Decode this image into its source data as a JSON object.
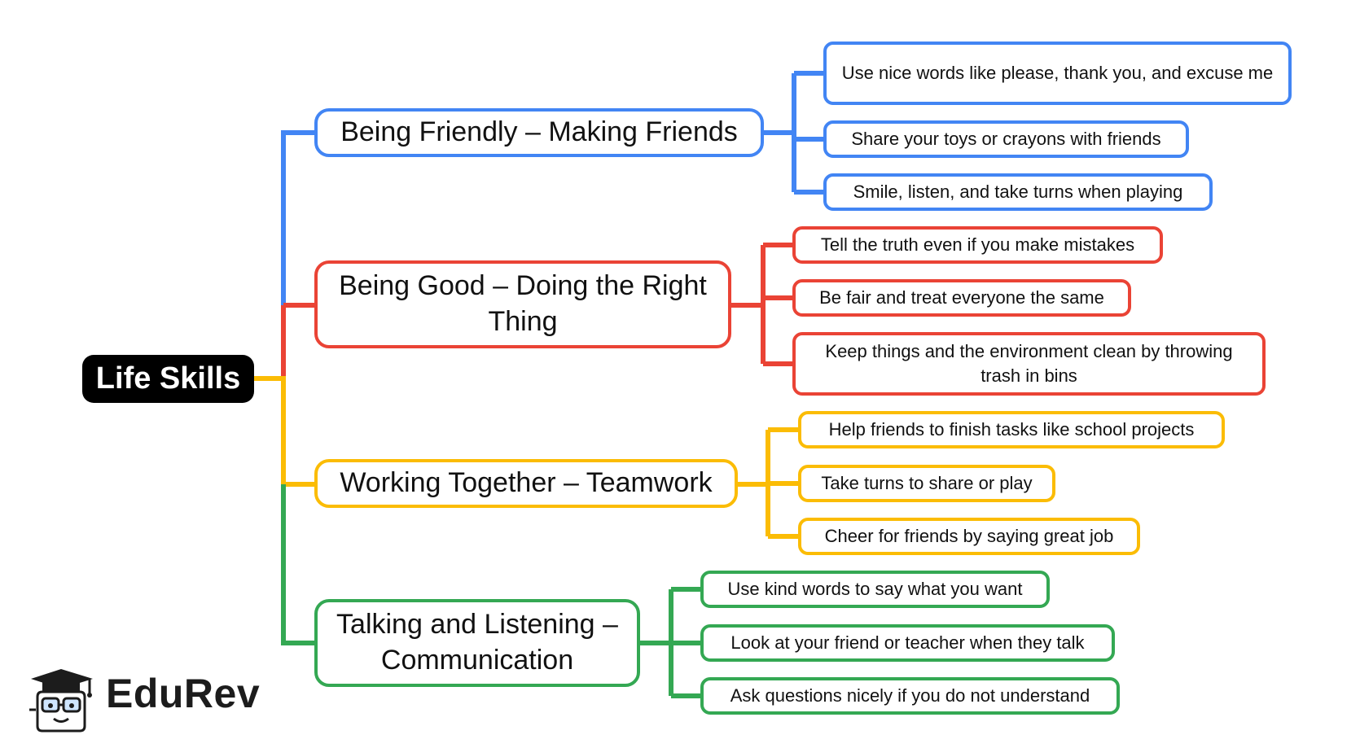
{
  "root": {
    "label": "Life Skills"
  },
  "colors": {
    "blue": "#4285f4",
    "red": "#ea4335",
    "yellow": "#fbbc05",
    "green": "#34a853",
    "root_bg": "#000000"
  },
  "branches": [
    {
      "label": "Being Friendly – Making Friends",
      "color": "blue",
      "leaves": [
        "Use nice words like please, thank you, and excuse me",
        "Share your toys or crayons with friends",
        "Smile, listen, and take turns when playing"
      ]
    },
    {
      "label": "Being Good – Doing the Right Thing",
      "color": "red",
      "leaves": [
        "Tell the truth even if you make mistakes",
        "Be fair and treat everyone the same",
        "Keep things and the environment clean by throwing trash in bins"
      ]
    },
    {
      "label": "Working Together – Teamwork",
      "color": "yellow",
      "leaves": [
        "Help friends to finish tasks like school projects",
        "Take turns to share or play",
        "Cheer for friends by saying great job"
      ]
    },
    {
      "label": "Talking and Listening – Communication",
      "color": "green",
      "leaves": [
        "Use kind words to say what you want",
        "Look at your friend or teacher when they talk",
        "Ask questions nicely if you do not understand"
      ]
    }
  ],
  "logo": {
    "text": "EduRev",
    "icon": "graduation-cap-mascot-icon"
  }
}
